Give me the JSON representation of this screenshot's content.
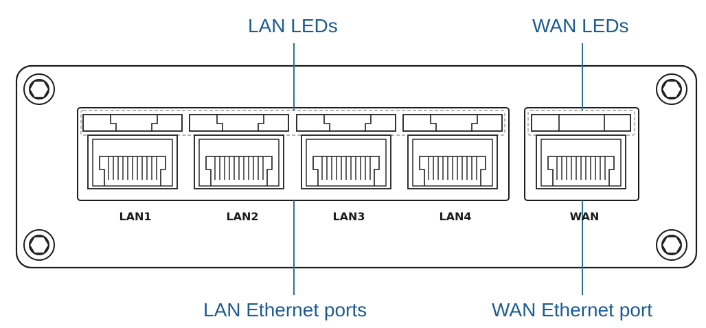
{
  "callouts": {
    "lan_leds": "LAN LEDs",
    "wan_leds": "WAN LEDs",
    "lan_ports": "LAN Ethernet ports",
    "wan_port": "WAN Ethernet port"
  },
  "ports": {
    "lan": [
      "LAN1",
      "LAN2",
      "LAN3",
      "LAN4"
    ],
    "wan": "WAN"
  },
  "colors": {
    "callout_text": "#1a5b94",
    "leader_line": "#2f6f8f",
    "outline": "#1c1c1c"
  }
}
